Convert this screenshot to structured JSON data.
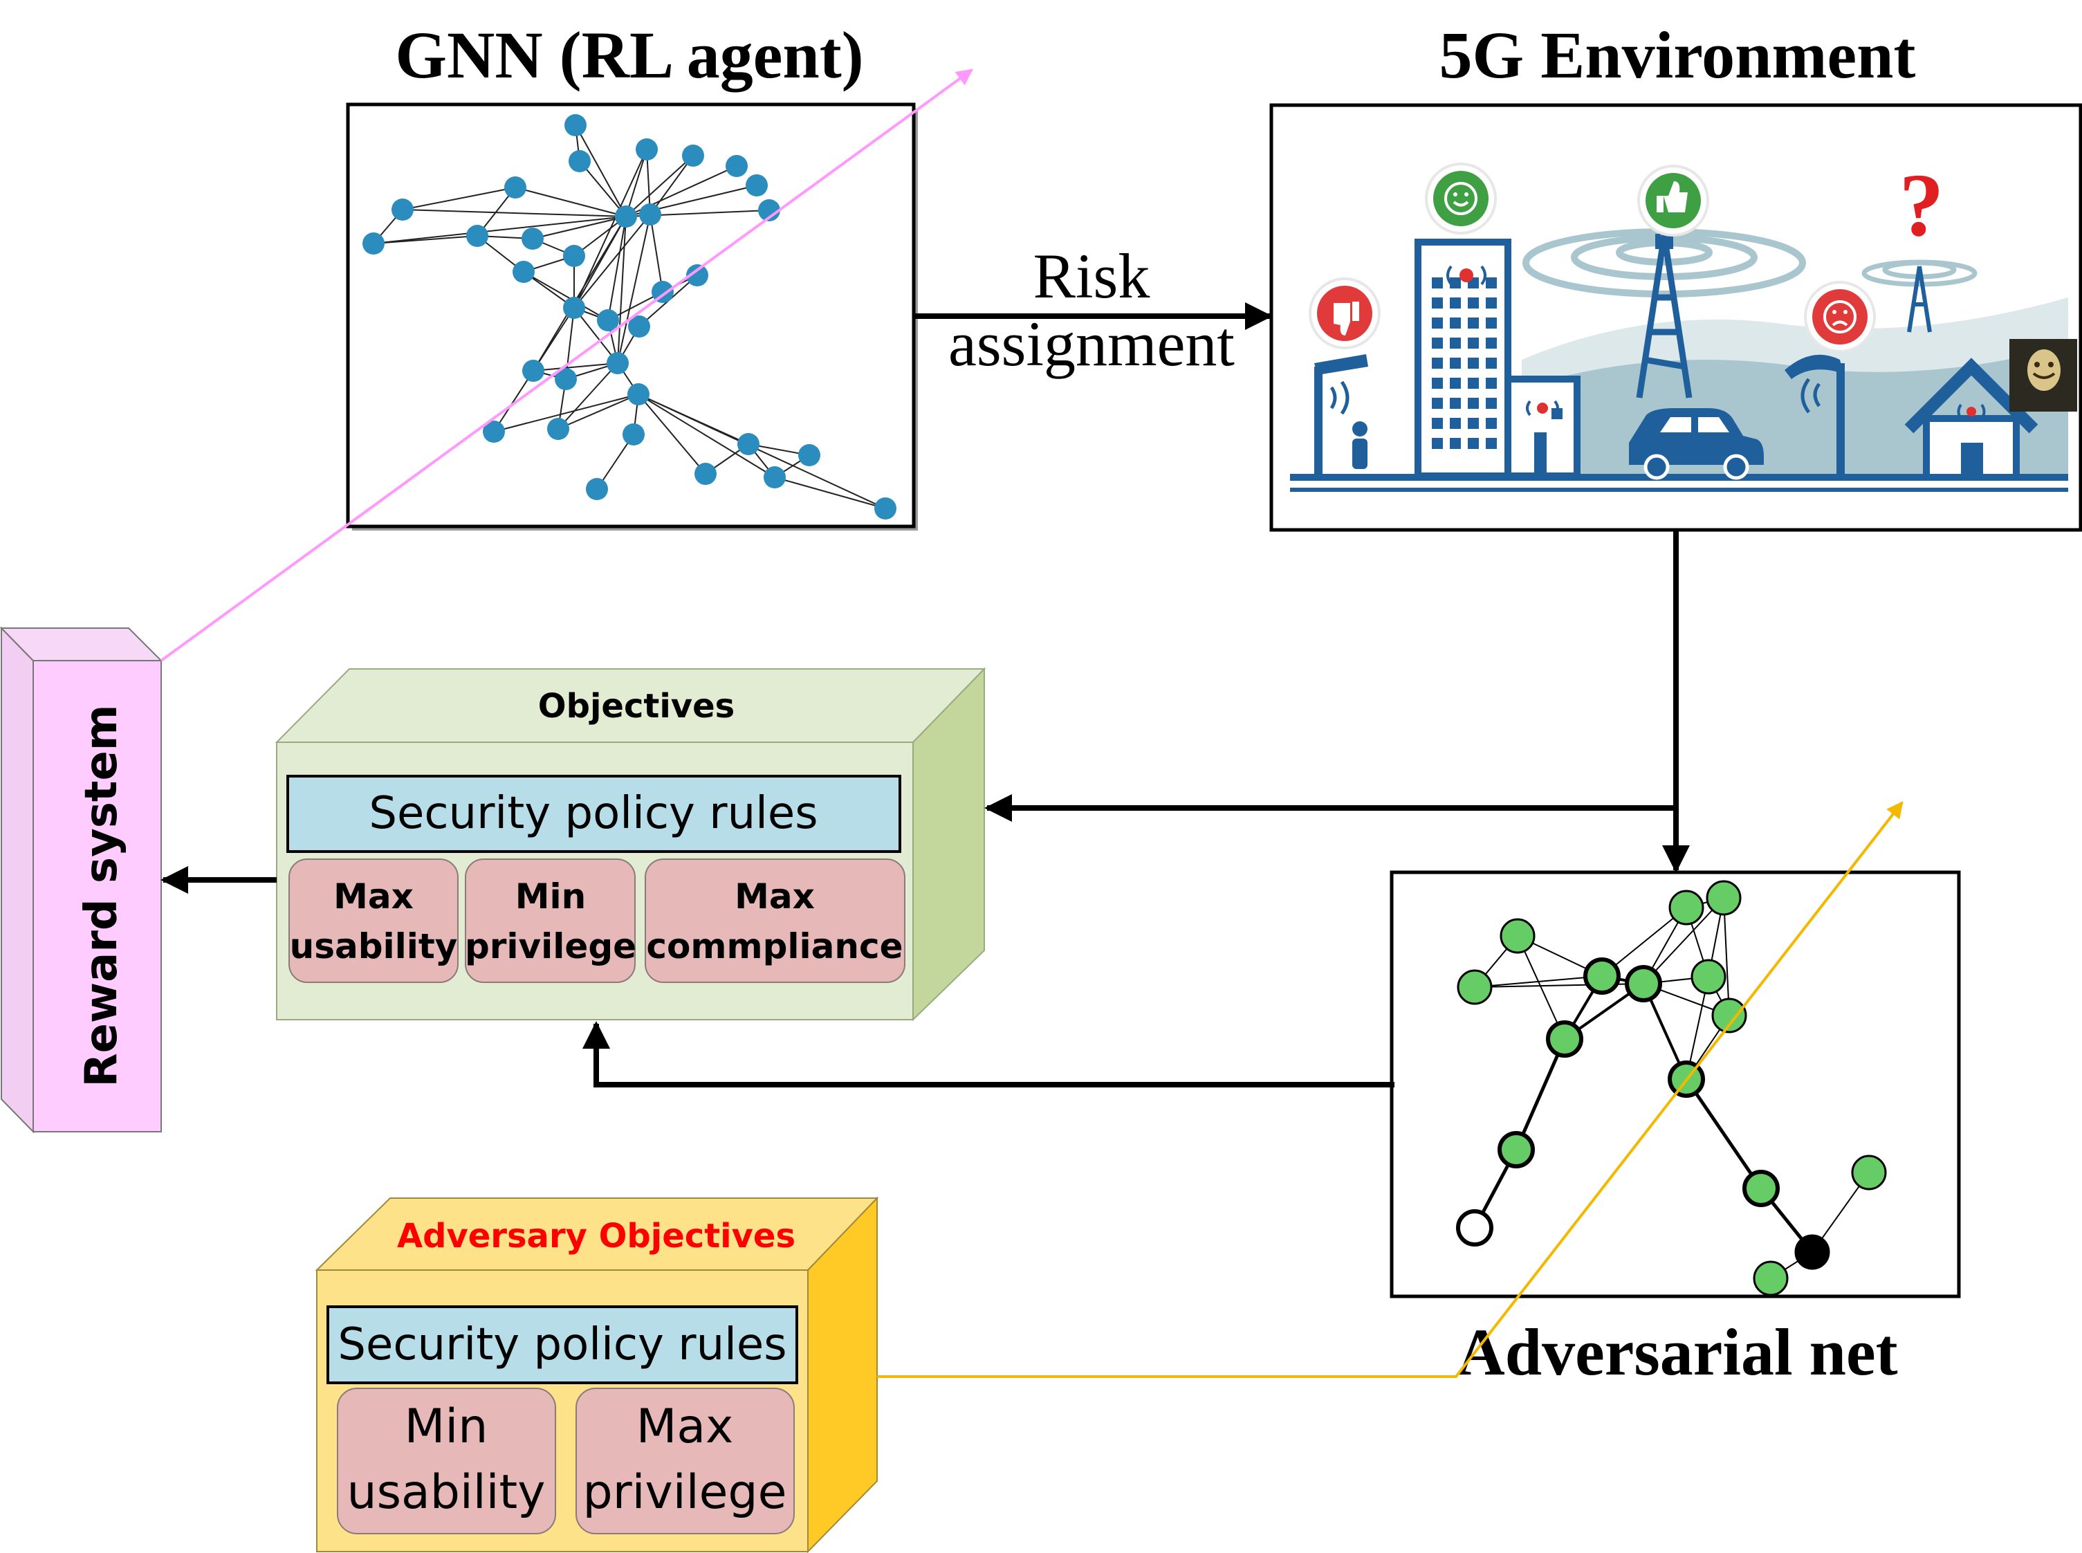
{
  "gnn": {
    "title": "GNN (RL agent)"
  },
  "env": {
    "title": "5G Environment"
  },
  "risk": {
    "line1": "Risk",
    "line2": "assignment"
  },
  "objectives": {
    "title": "Objectives",
    "policy": "Security policy rules",
    "items": [
      {
        "line1": "Max",
        "line2": "usability"
      },
      {
        "line1": "Min",
        "line2": "privilege"
      },
      {
        "line1": "Max",
        "line2": "commpliance"
      }
    ]
  },
  "adversary": {
    "title": "Adversary Objectives",
    "policy": "Security policy rules",
    "items": [
      {
        "line1": "Min",
        "line2": "usability"
      },
      {
        "line1": "Max",
        "line2": "privilege"
      }
    ]
  },
  "reward": {
    "label": "Reward system"
  },
  "adv_net": {
    "title": "Adversarial net"
  },
  "colors": {
    "gnn_node": "#2b8cbe",
    "adv_node": "#66cc66",
    "objectives_face": "#e2ecd3",
    "objectives_side": "#c3d69b",
    "policy_bar": "#b7dde8",
    "objective_item": "#e6b9b8",
    "adversary_face": "#fde28a",
    "adversary_side": "#ffc926",
    "reward_face": "#ffccff",
    "pink_line": "#ff99ff",
    "gold_line": "#f5b800",
    "city_blue": "#1f5f9c",
    "adversary_title": "#ff0000"
  },
  "icons": [
    "thumbs-up-icon",
    "thumbs-down-icon",
    "smiley-icon",
    "frown-icon",
    "question-mark-icon",
    "hacker-avatar-icon",
    "tower-icon",
    "building-icon",
    "car-icon",
    "house-icon",
    "camera-icon",
    "person-icon"
  ]
}
